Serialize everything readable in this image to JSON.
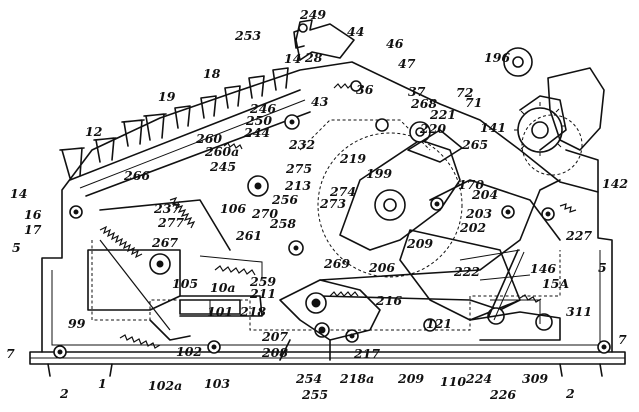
{
  "figure": {
    "labels": [
      "249",
      "253",
      "44",
      "46",
      "47",
      "196",
      "14",
      "18",
      "28",
      "43",
      "36",
      "37",
      "72",
      "71",
      "268",
      "221",
      "19",
      "246",
      "250",
      "244",
      "220",
      "141",
      "12",
      "260",
      "260a",
      "232",
      "219",
      "265",
      "16",
      "266",
      "245",
      "275",
      "213",
      "199",
      "204",
      "170",
      "142",
      "17",
      "237",
      "256",
      "106",
      "270",
      "273",
      "274",
      "203",
      "202",
      "14",
      "277",
      "258",
      "209",
      "227",
      "5",
      "267",
      "261",
      "5",
      "146",
      "105",
      "10a",
      "259",
      "211",
      "206",
      "222",
      "269",
      "15A",
      "99",
      "101",
      "218",
      "216",
      "121",
      "311",
      "7",
      "7",
      "102",
      "207",
      "208",
      "254",
      "255",
      "217",
      "218a",
      "110",
      "224",
      "226",
      "309",
      "102a",
      "103",
      "209",
      "2",
      "1",
      "2"
    ]
  }
}
